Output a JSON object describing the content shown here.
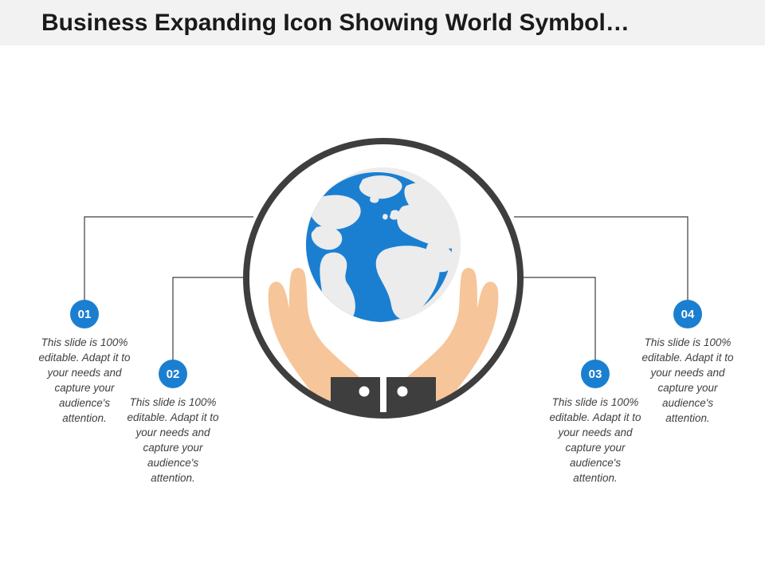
{
  "header": {
    "title": "Business Expanding Icon Showing World Symbol…",
    "band_color": "#f2f2f2",
    "title_color": "#1a1a1a"
  },
  "theme": {
    "accent_blue": "#1b7fd1",
    "globe_blue": "#1b7fd1",
    "globe_land": "#e9e9e9",
    "ring_dark": "#3e3e3e",
    "skin": "#f6c59a",
    "cuff_dark": "#3e3e3e",
    "line_color": "#3e3e3e",
    "text_color": "#404040"
  },
  "emblem": {
    "name": "world-in-hands-icon",
    "ring_label": "circle-ring",
    "globe_label": "globe",
    "hands_label": "cupped-hands",
    "cuff_label": "shirt-cuffs",
    "button_label": "cuff-buttons"
  },
  "items": [
    {
      "number": "01",
      "text": "This slide is 100% editable. Adapt it to your needs and capture your audience's attention."
    },
    {
      "number": "02",
      "text": "This slide is 100% editable. Adapt it to your needs and capture your audience's attention."
    },
    {
      "number": "03",
      "text": "This slide is 100% editable. Adapt it to your needs and capture your audience's attention."
    },
    {
      "number": "04",
      "text": "This slide is 100% editable. Adapt it to your needs and capture your audience's attention."
    }
  ]
}
